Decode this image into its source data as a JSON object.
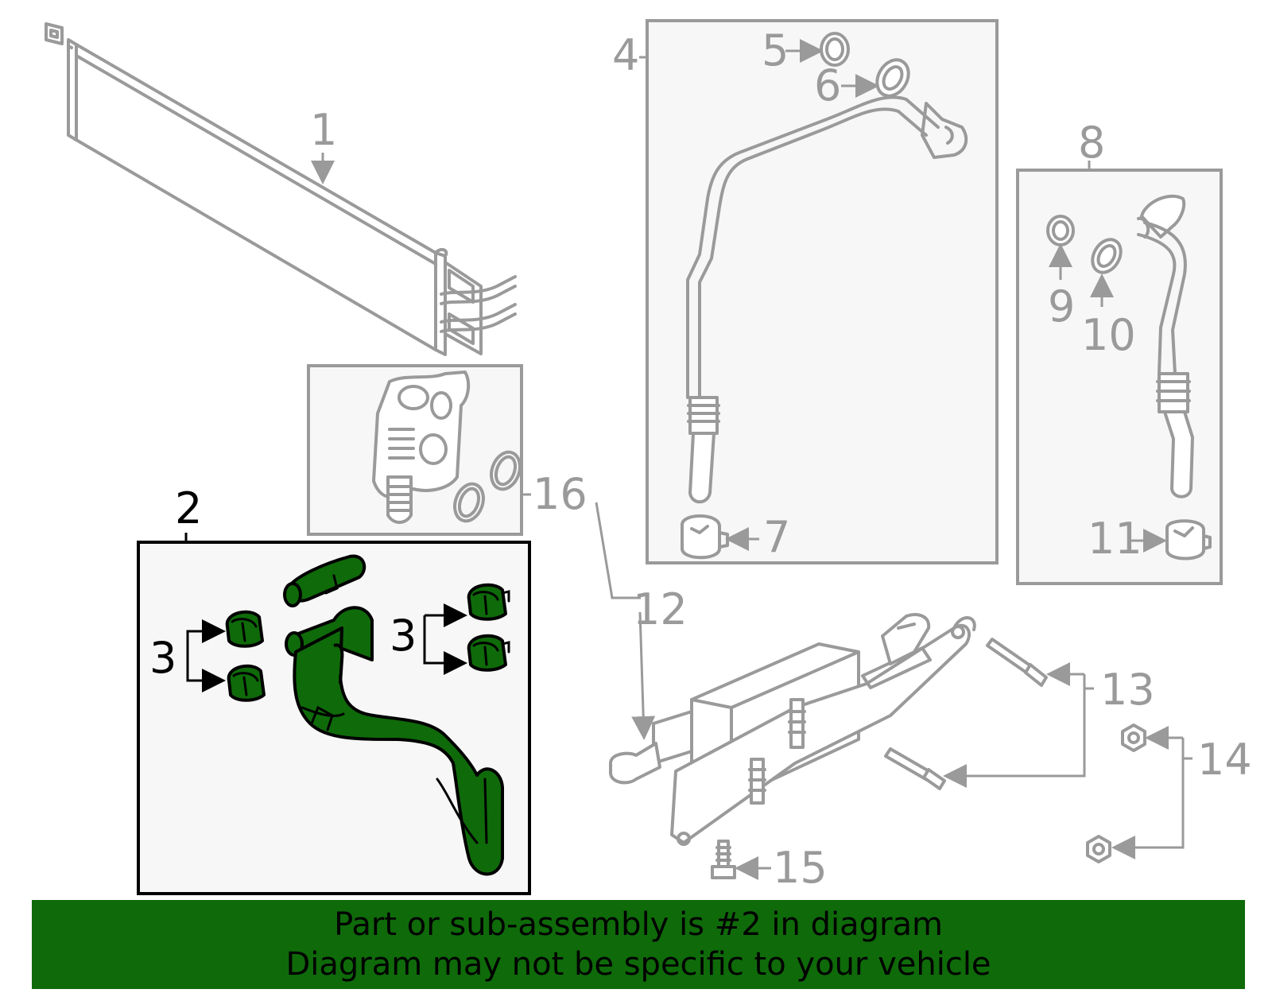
{
  "callouts": {
    "c1": "1",
    "c2": "2",
    "c3a": "3",
    "c3b": "3",
    "c4": "4",
    "c5": "5",
    "c6": "6",
    "c7": "7",
    "c8": "8",
    "c9": "9",
    "c10": "10",
    "c11": "11",
    "c12": "12",
    "c13": "13",
    "c14": "14",
    "c15": "15",
    "c16": "16"
  },
  "highlighted_part": "2",
  "banner": {
    "line1": "Part or sub-assembly is #2 in diagram",
    "line2": "Diagram may not be specific to your vehicle"
  },
  "colors": {
    "highlight": "#0f6a0a",
    "part_outline": "#9a9a9a",
    "highlight_outline": "#000000",
    "background": "#ffffff"
  }
}
